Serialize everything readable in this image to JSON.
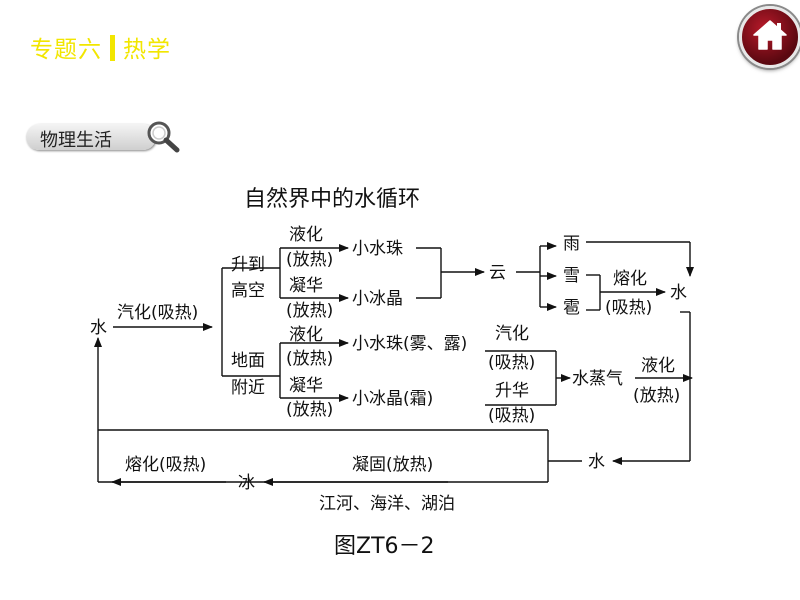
{
  "header": {
    "chapter": "专题六",
    "topic": "热学"
  },
  "nav": {
    "home_icon": "home-icon"
  },
  "section": {
    "label": "物理生活",
    "icon": "magnifier-icon"
  },
  "diagram": {
    "title": "自然界中的水循环",
    "caption": "图ZT6－2",
    "nodes": {
      "water_left": "水",
      "evap_process": "汽化(吸热)",
      "rise_to": "升到",
      "high_altitude": "高空",
      "ground": "地面",
      "nearby": "附近",
      "liquefy_1": "液化",
      "release_1": "(放热)",
      "deposit_1": "凝华",
      "release_2": "(放热)",
      "liquefy_2": "液化",
      "release_3": "(放热)",
      "deposit_2": "凝华",
      "release_4": "(放热)",
      "droplets": "小水珠",
      "ice_crystals": "小冰晶",
      "droplets_fog": "小水珠(雾、露)",
      "ice_frost": "小冰晶(霜)",
      "cloud": "云",
      "rain": "雨",
      "snow": "雪",
      "hail": "雹",
      "melt": "熔化",
      "absorb_1": "(吸热)",
      "water_right": "水",
      "vaporize": "汽化",
      "absorb_2": "(吸热)",
      "sublime": "升华",
      "absorb_3": "(吸热)",
      "vapor": "水蒸气",
      "liquefy_3": "液化",
      "release_5": "(放热)",
      "water_bottom": "水",
      "freeze": "凝固(放热)",
      "ice": "冰",
      "melt_absorb": "熔化(吸热)",
      "bodies_of_water": "江河、海洋、湖泊"
    }
  }
}
